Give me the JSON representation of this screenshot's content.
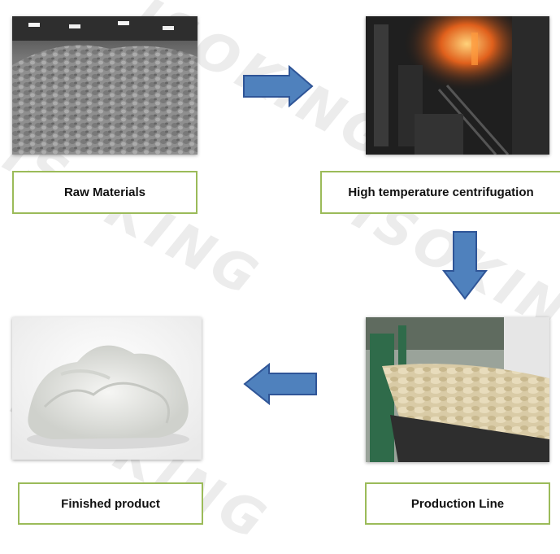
{
  "watermark": "ISOKING",
  "steps": [
    {
      "label": "Raw Materials"
    },
    {
      "label": "High temperature centrifugation"
    },
    {
      "label": "Production Line"
    },
    {
      "label": "Finished product"
    }
  ],
  "colors": {
    "label_border": "#9bbb59",
    "arrow_fill": "#4f81bd",
    "arrow_stroke": "#2f5597"
  }
}
